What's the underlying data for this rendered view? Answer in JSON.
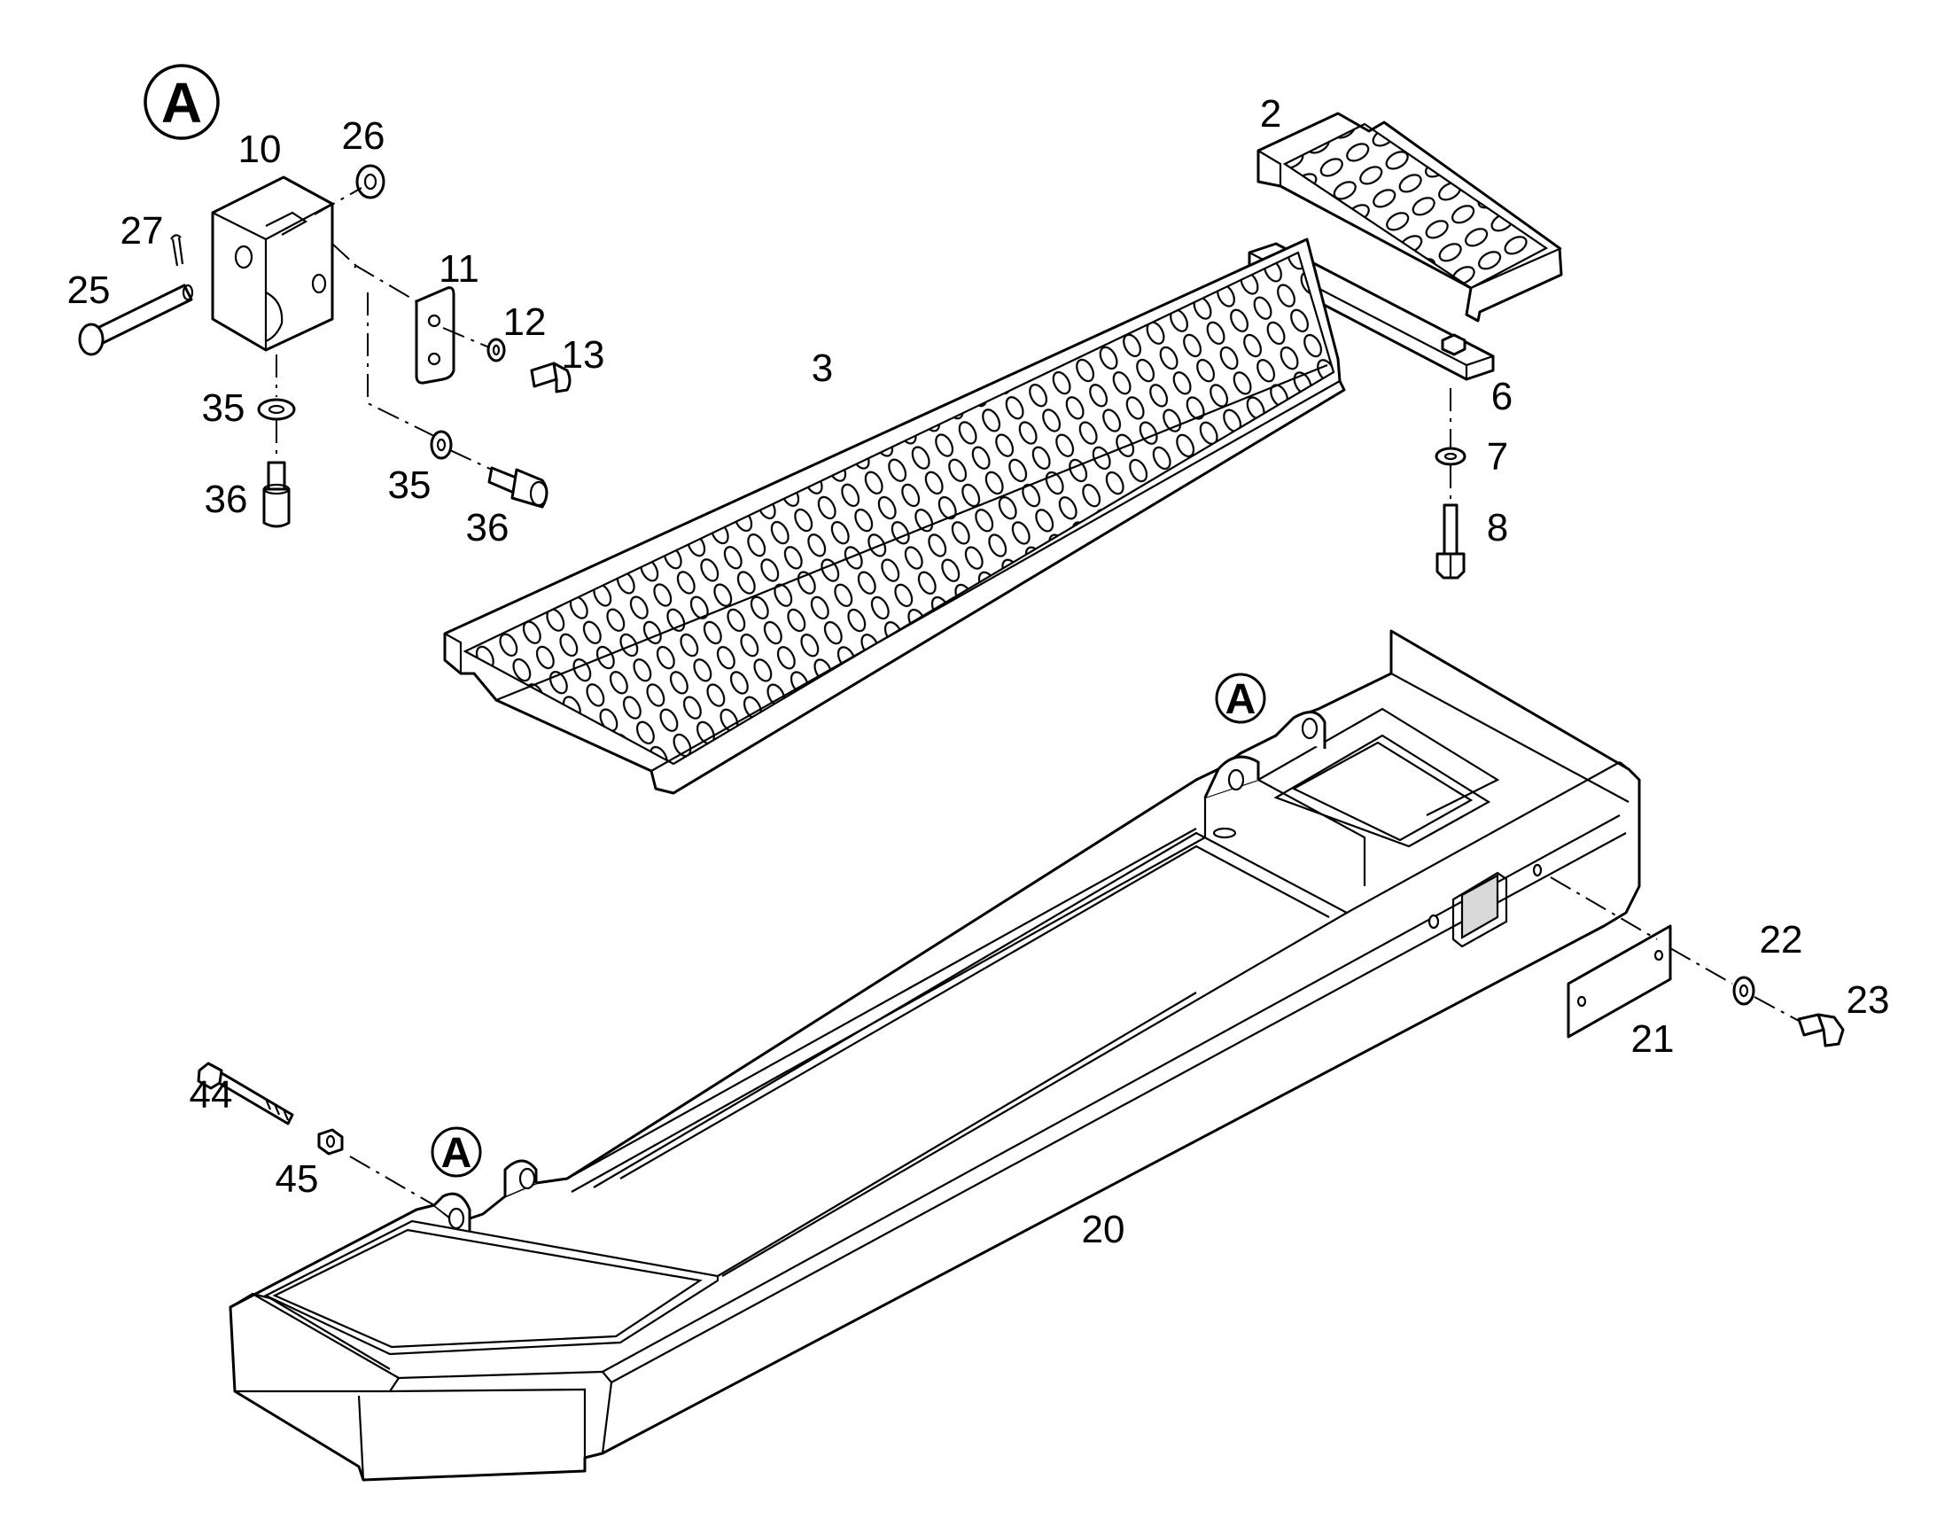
{
  "callouts": {
    "detail_main": "A",
    "detail_upper": "A",
    "detail_lower": "A"
  },
  "parts": {
    "p2": "2",
    "p3": "3",
    "p6": "6",
    "p7": "7",
    "p8": "8",
    "p10": "10",
    "p11": "11",
    "p12": "12",
    "p13": "13",
    "p20": "20",
    "p21": "21",
    "p22": "22",
    "p23": "23",
    "p25": "25",
    "p26": "26",
    "p27": "27",
    "p35a": "35",
    "p35b": "35",
    "p36a": "36",
    "p36b": "36",
    "p44": "44",
    "p45": "45"
  }
}
